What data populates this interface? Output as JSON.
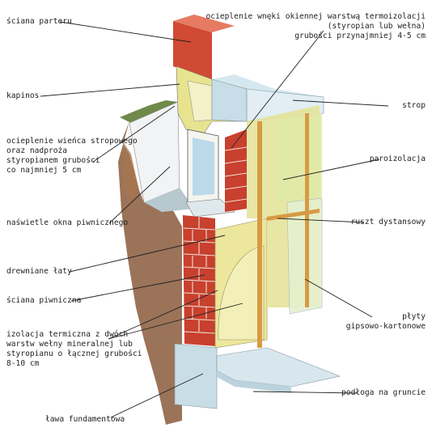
{
  "labels": {
    "sciana_parteru": "ściana parteru",
    "kapinos": "kapinos",
    "ocieplenie_wienca": "ocieplenie wieńca stropowego\noraz nadproża\nstyropianem grubości\nco najmniej 5 cm",
    "naswietle": "naświetle okna piwnicznego",
    "drewniane_laty": "drewniane łaty",
    "sciana_piwniczna": "ściana piwniczna",
    "izolacja_termiczna": "izolacja termiczna z dwóch\nwarstw wełny mineralnej lub\nstyropianu o łącznej grubości\n8-10 cm",
    "lawa_fundamentowa": "ława fundamentowa",
    "ocieplenie_wneki": "ocieplenie wnęki okiennej warstwą termoizolacji\n(styropian lub wełna)\ngrubości przynajmniej 4-5 cm",
    "strop": "strop",
    "paroizolacja": "paroizolacja",
    "ruszt_dystansowy": "ruszt dystansowy",
    "plyty": "płyty\ngipsowo-kartonowe",
    "podloga": "podłoga na gruncie"
  },
  "colors": {
    "brick": "#c8402e",
    "insulation": "#e8e49a",
    "soil": "#8a5a3c",
    "grass": "#6f8a4a",
    "glass": "#bcd9ea",
    "concrete": "#c9dde6",
    "wood": "#d79a44",
    "line": "#222222"
  }
}
